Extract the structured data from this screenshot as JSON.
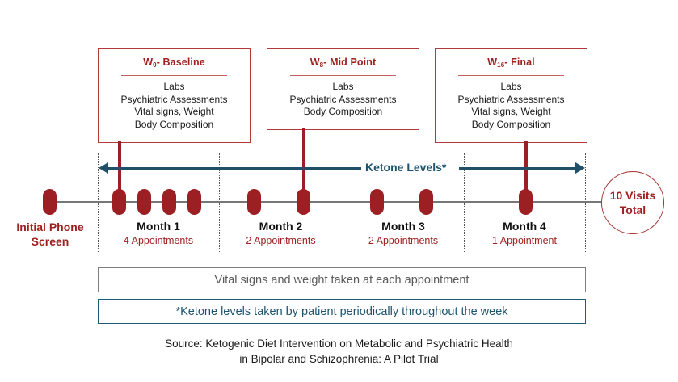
{
  "phases": [
    {
      "title_prefix": "W",
      "title_sub": "0",
      "title_suffix": "- Baseline",
      "items": [
        "Labs",
        "Psychiatric Assessments",
        "Vital signs, Weight",
        "Body Composition"
      ]
    },
    {
      "title_prefix": "W",
      "title_sub": "8",
      "title_suffix": "- Mid Point",
      "items": [
        "Labs",
        "Psychiatric Assessments",
        "Body Composition"
      ]
    },
    {
      "title_prefix": "W",
      "title_sub": "16",
      "title_suffix": "- Final",
      "items": [
        "Labs",
        "Psychiatric Assessments",
        "Vital signs, Weight",
        "Body Composition"
      ]
    }
  ],
  "ketone": {
    "label": "Ketone Levels*"
  },
  "timeline": {
    "initial_label_line1": "Initial Phone",
    "initial_label_line2": "Screen",
    "months": [
      {
        "name": "Month 1",
        "appointments": "4 Appointments"
      },
      {
        "name": "Month 2",
        "appointments": "2 Appointments"
      },
      {
        "name": "Month 3",
        "appointments": "2 Appointments"
      },
      {
        "name": "Month 4",
        "appointments": "1 Appointment"
      }
    ],
    "total_line1": "10 Visits",
    "total_line2": "Total"
  },
  "notes": {
    "vitals": "Vital signs and weight taken at each appointment",
    "ketone": "*Ketone levels taken by patient periodically throughout the week"
  },
  "source": {
    "line1": "Source: Ketogenic Diet Intervention on Metabolic and Psychiatric Health",
    "line2": "in Bipolar and Schizophrenia: A Pilot Trial"
  },
  "colors": {
    "red": "#9c1f24",
    "dark_red_text": "#a02020",
    "teal": "#1f5068",
    "gray": "#777777"
  }
}
